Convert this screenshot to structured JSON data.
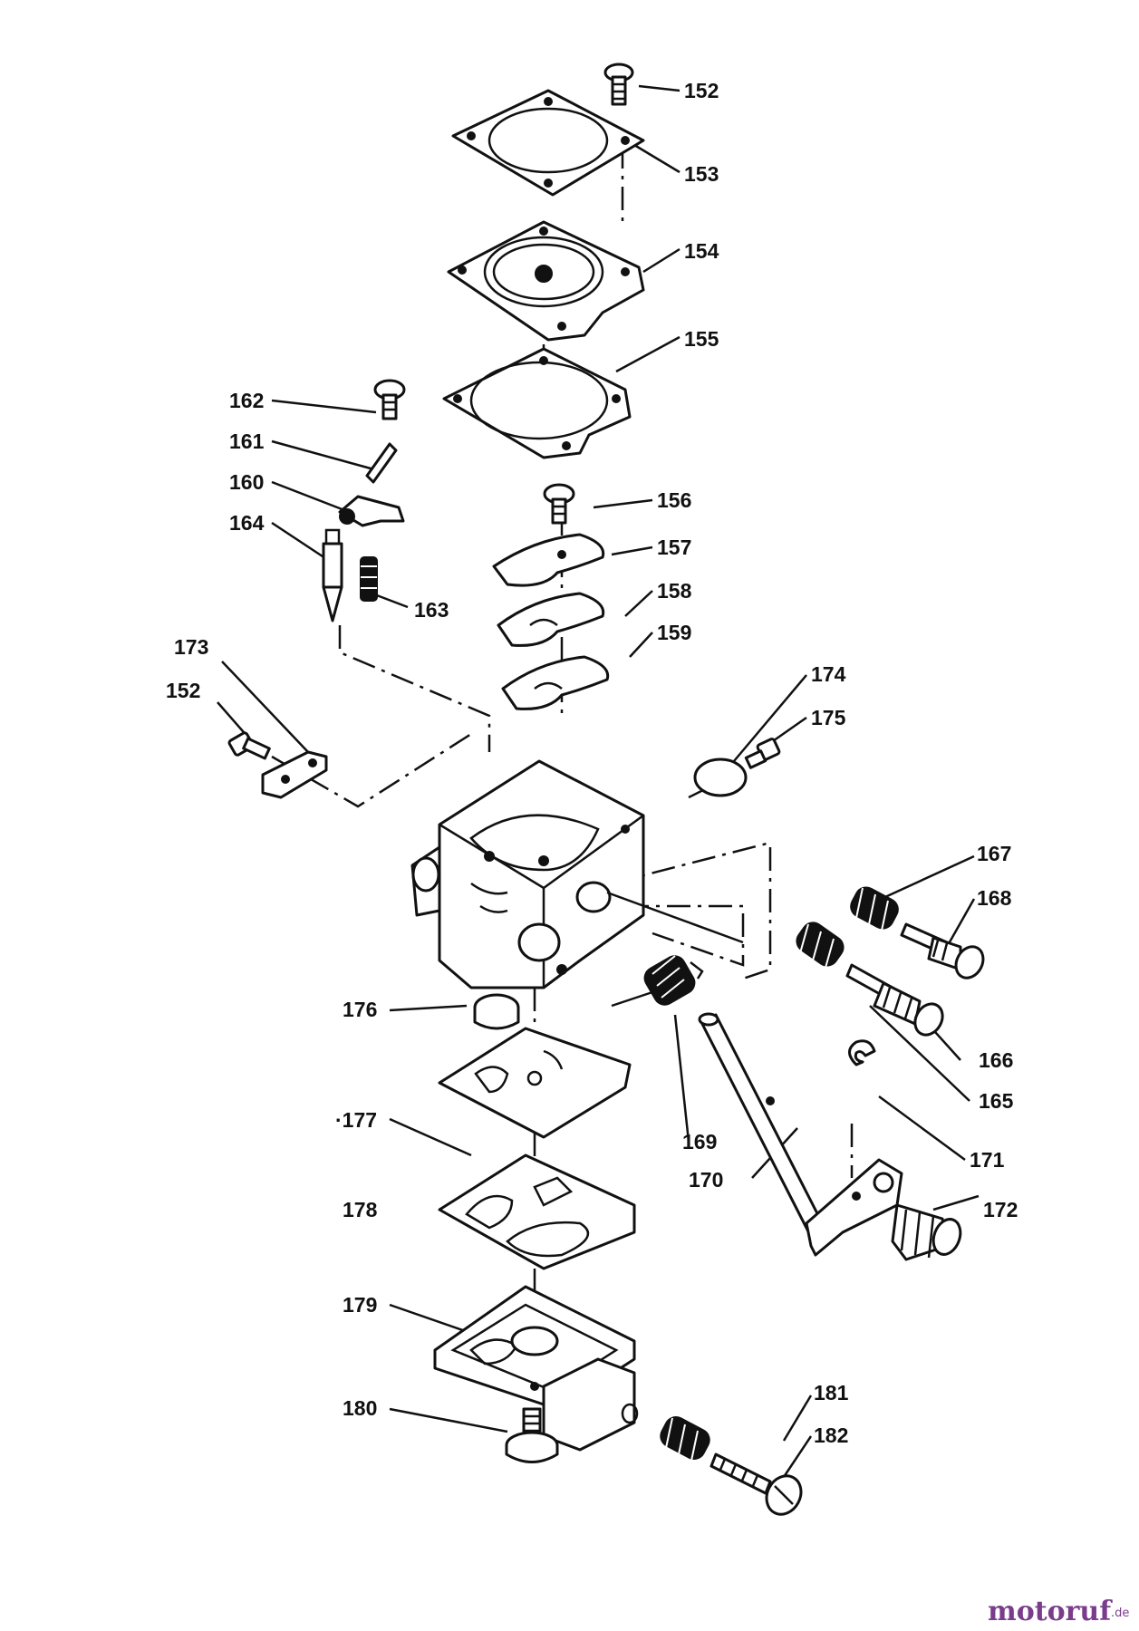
{
  "labels": [
    {
      "id": "p152a",
      "text": "152"
    },
    {
      "id": "p153",
      "text": "153"
    },
    {
      "id": "p154",
      "text": "154"
    },
    {
      "id": "p155",
      "text": "155"
    },
    {
      "id": "p162",
      "text": "162"
    },
    {
      "id": "p161",
      "text": "161"
    },
    {
      "id": "p160",
      "text": "160"
    },
    {
      "id": "p164",
      "text": "164"
    },
    {
      "id": "p163",
      "text": "163"
    },
    {
      "id": "p156",
      "text": "156"
    },
    {
      "id": "p157",
      "text": "157"
    },
    {
      "id": "p158",
      "text": "158"
    },
    {
      "id": "p159",
      "text": "159"
    },
    {
      "id": "p173",
      "text": "173"
    },
    {
      "id": "p152b",
      "text": "152"
    },
    {
      "id": "p174",
      "text": "174"
    },
    {
      "id": "p175",
      "text": "175"
    },
    {
      "id": "p167",
      "text": "167"
    },
    {
      "id": "p168",
      "text": "168"
    },
    {
      "id": "p176",
      "text": "176"
    },
    {
      "id": "p166",
      "text": "166"
    },
    {
      "id": "p165",
      "text": "165"
    },
    {
      "id": "p177",
      "text": "·177"
    },
    {
      "id": "p169",
      "text": "169"
    },
    {
      "id": "p171",
      "text": "171"
    },
    {
      "id": "p170",
      "text": "170"
    },
    {
      "id": "p178",
      "text": "178"
    },
    {
      "id": "p172",
      "text": "172"
    },
    {
      "id": "p179",
      "text": "179"
    },
    {
      "id": "p181",
      "text": "181"
    },
    {
      "id": "p180",
      "text": "180"
    },
    {
      "id": "p182",
      "text": "182"
    }
  ],
  "watermark": {
    "name": "motoruf",
    "suffix": ".de"
  },
  "colors": {
    "ink": "#111111",
    "watermark": "#7a3d8c",
    "background": "#ffffff"
  }
}
